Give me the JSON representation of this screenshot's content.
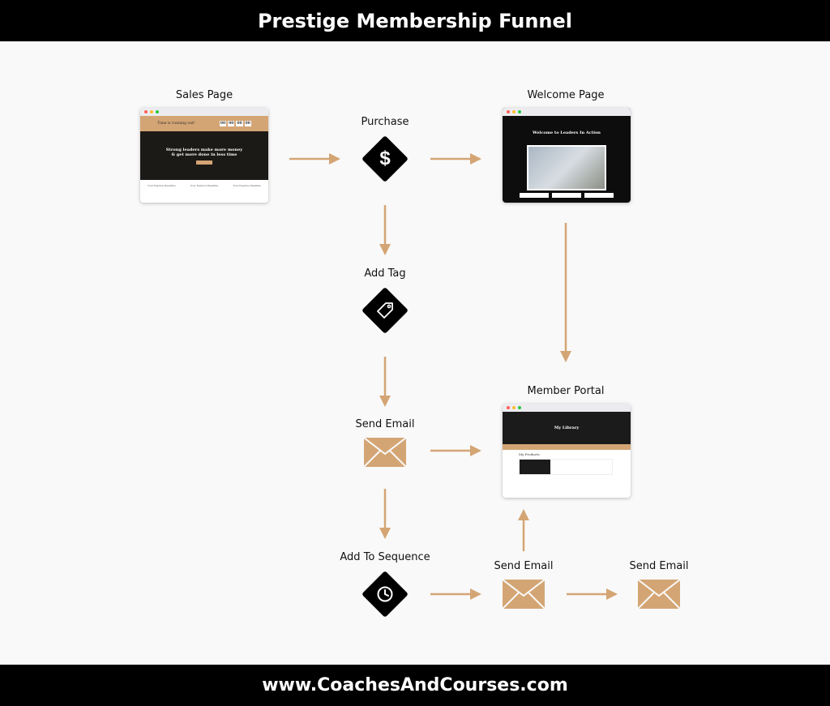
{
  "title": "Prestige Membership Funnel",
  "footer": "www.CoachesAndCourses.com",
  "colors": {
    "accent": "#d4a574",
    "node": "#000000",
    "background": "#f9f9f9"
  },
  "nodes": {
    "sales_page": {
      "label": "Sales Page",
      "banner": "Time is running out!",
      "countdown": [
        "00",
        "00",
        "00",
        "00"
      ],
      "headline": "Strong leaders make more money & get more done in less time",
      "features": [
        "Your Feature Headline",
        "Your Feature Headline",
        "Your Feature Headline"
      ]
    },
    "purchase": {
      "label": "Purchase",
      "icon": "dollar-icon"
    },
    "welcome_page": {
      "label": "Welcome Page",
      "headline": "Welcome to Leaders In Action"
    },
    "add_tag": {
      "label": "Add Tag",
      "icon": "tag-icon"
    },
    "send_email_1": {
      "label": "Send Email",
      "icon": "envelope-icon"
    },
    "member_portal": {
      "label": "Member Portal",
      "headline": "My Library",
      "section": "My Products"
    },
    "add_to_sequence": {
      "label": "Add To Sequence",
      "icon": "clock-icon"
    },
    "send_email_2": {
      "label": "Send Email",
      "icon": "envelope-icon"
    },
    "send_email_3": {
      "label": "Send Email",
      "icon": "envelope-icon"
    }
  }
}
